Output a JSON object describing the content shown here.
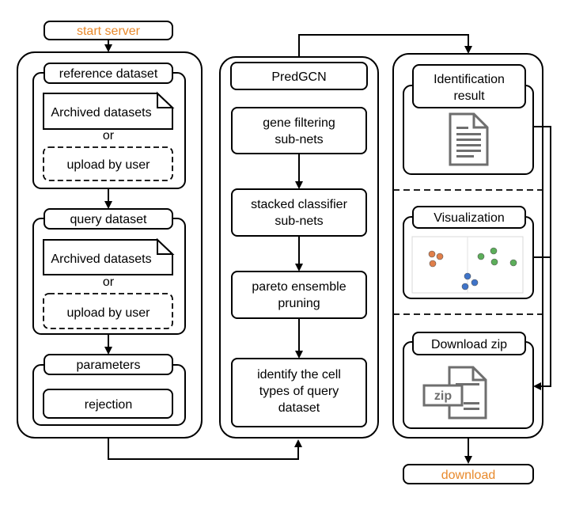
{
  "colors": {
    "accent_text": "#e8892b",
    "dot_orange": "#e07f4a",
    "dot_green": "#5cae5a",
    "dot_blue": "#3f74c9",
    "icon_gray": "#6e6e6e"
  },
  "start": {
    "label": "start server"
  },
  "end": {
    "label": "download"
  },
  "left": {
    "reference": {
      "title": "reference dataset",
      "archived": "Archived datasets",
      "or": "or",
      "upload": "upload by user"
    },
    "query": {
      "title": "query dataset",
      "archived": "Archived datasets",
      "or": "or",
      "upload": "upload by user"
    },
    "parameters": {
      "title": "parameters",
      "rejection": "rejection"
    }
  },
  "middle": {
    "title": "PredGCN",
    "step1": {
      "line1": "gene filtering",
      "line2": "sub-nets"
    },
    "step2": {
      "line1": "stacked classifier",
      "line2": "sub-nets"
    },
    "step3": {
      "line1": "pareto ensemble",
      "line2": "pruning"
    },
    "step4": {
      "line1": "identify the cell",
      "line2": "types of query",
      "line3": "dataset"
    }
  },
  "right": {
    "identification": {
      "line1": "Identification",
      "line2": "result",
      "icon": "document-icon"
    },
    "visualization": {
      "title": "Visualization",
      "icon": "scatter-plot-icon"
    },
    "download": {
      "title": "Download zip",
      "icon": "zip-file-icon",
      "badge": "zip"
    }
  }
}
